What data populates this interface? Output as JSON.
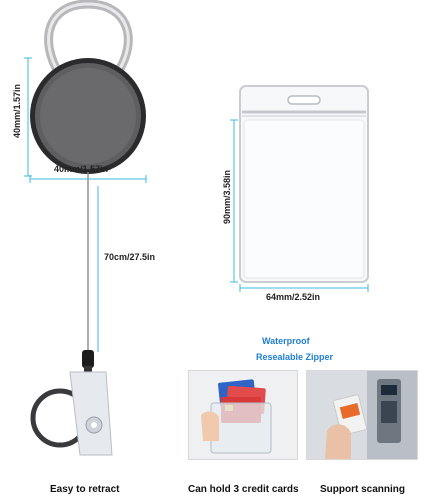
{
  "reel": {
    "height_label": "40mm/1.57in",
    "width_label": "40mm/1.57in",
    "cord_label": "70cm/27.5in"
  },
  "holder": {
    "height_label": "90mm/3.58in",
    "width_label": "64mm/2.52in"
  },
  "features": {
    "line1": "Waterproof",
    "line2": "Resealable Zipper",
    "color": "#1e7fd0"
  },
  "captions": {
    "retract": "Easy to retract",
    "cards": "Can hold 3 credit cards",
    "scan": "Support scanning"
  },
  "colors": {
    "dimension_line": "#3fb8e0",
    "reel_body": "#5e5e60"
  }
}
